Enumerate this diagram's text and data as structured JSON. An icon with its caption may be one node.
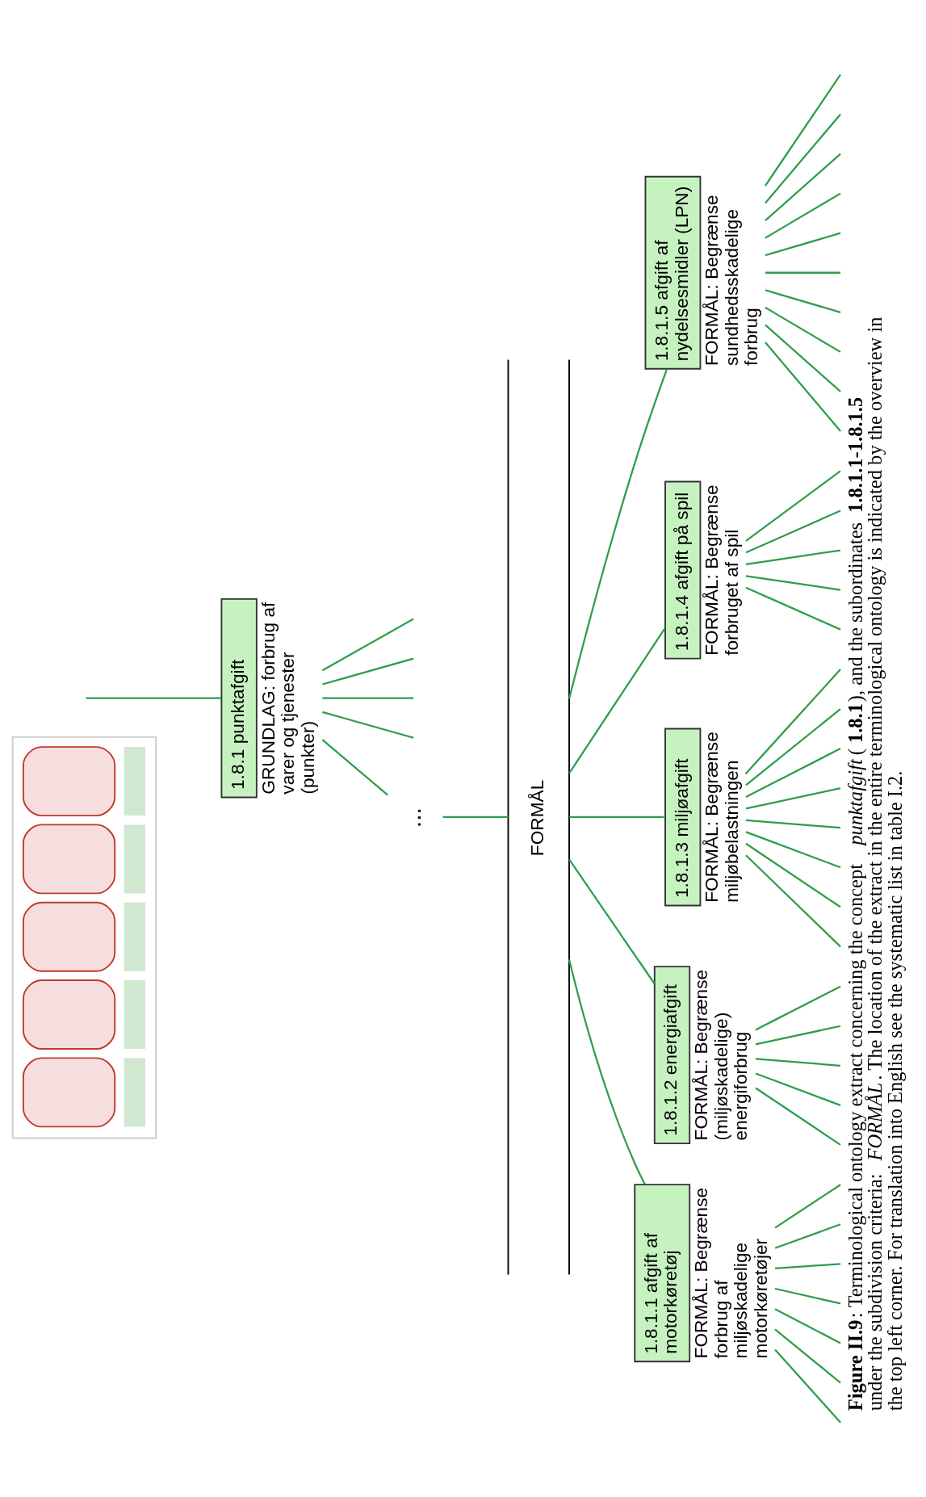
{
  "diagram": {
    "caption": "**Figure II.9**: Terminological ontology extract concerning the concept *punktafgift* (**1.8.1**), and the subordinates **1.8.1.1-1.8.1.5** under the subdivision criteria: *FORMÅL*. The location of the extract in the entire terminological ontology is indicated by the overview in the top left corner. For translation into English see the systematic list in table I.2.",
    "nodes": [
      {
        "text": [],
        "shape": "picture"
      },
      {
        "text": [
          "1.8.1 punktafgift",
          "GRUNDLAG: forbrug af varer og tjenester (punkter)"
        ]
      },
      {
        "text": [
          "..."
        ]
      },
      {
        "text": [
          "FORMÅL"
        ]
      },
      {
        "text": [
          "1.8.1.1 afgift af motorkøretøj",
          "FORMÅL: Begrænse forbrug af miljøskadelige motorkøretøjer"
        ]
      },
      {
        "text": [
          "1.8.1.2 energiafgift",
          "FORMÅL: Begrænse (miljøskadelige) energiforbrug"
        ]
      },
      {
        "text": [
          "1.8.1.3 miljøafgift",
          "FORMÅL: Begrænse miljøbelastningen"
        ]
      },
      {
        "text": [
          "1.8.1.4 afgift på spil",
          "FORMÅL: Begrænse forbruget af spil"
        ]
      },
      {
        "text": [
          "1.8.1.5 afgift af nydelsesmidler (LPN)",
          "FORMÅL: Begrænse sundhedsskadelige forbrug"
        ]
      }
    ],
    "edges": [
      {
        "from": null,
        "to": 1,
        "arrow": "none"
      },
      {
        "from": 1,
        "to": 2,
        "arrow": "none"
      },
      {
        "from": 1,
        "to": null,
        "arrow": "none"
      },
      {
        "from": 1,
        "to": null,
        "arrow": "none"
      },
      {
        "from": 1,
        "to": null,
        "arrow": "none"
      },
      {
        "from": 1,
        "to": null,
        "arrow": "none"
      },
      {
        "from": 2,
        "to": 3,
        "arrow": "none"
      },
      {
        "from": 3,
        "to": 4,
        "arrow": "none"
      },
      {
        "from": 3,
        "to": 5,
        "arrow": "none"
      },
      {
        "from": 3,
        "to": 6,
        "arrow": "none"
      },
      {
        "from": 3,
        "to": 7,
        "arrow": "none"
      },
      {
        "from": 3,
        "to": 8,
        "arrow": "none"
      },
      {
        "from": 4,
        "to": null,
        "arrow": "none"
      },
      {
        "from": 4,
        "to": null,
        "arrow": "none"
      },
      {
        "from": 4,
        "to": null,
        "arrow": "none"
      },
      {
        "from": 4,
        "to": null,
        "arrow": "none"
      },
      {
        "from": 4,
        "to": null,
        "arrow": "none"
      },
      {
        "from": 4,
        "to": null,
        "arrow": "none"
      },
      {
        "from": 4,
        "to": null,
        "arrow": "none"
      },
      {
        "from": 5,
        "to": null,
        "arrow": "none"
      },
      {
        "from": 5,
        "to": null,
        "arrow": "none"
      },
      {
        "from": 5,
        "to": null,
        "arrow": "none"
      },
      {
        "from": 5,
        "to": null,
        "arrow": "none"
      },
      {
        "from": 5,
        "to": null,
        "arrow": "none"
      },
      {
        "from": 6,
        "to": null,
        "arrow": "none"
      },
      {
        "from": 6,
        "to": null,
        "arrow": "none"
      },
      {
        "from": 6,
        "to": null,
        "arrow": "none"
      },
      {
        "from": 6,
        "to": null,
        "arrow": "none"
      },
      {
        "from": 6,
        "to": null,
        "arrow": "none"
      },
      {
        "from": 6,
        "to": null,
        "arrow": "none"
      },
      {
        "from": 6,
        "to": null,
        "arrow": "none"
      },
      {
        "from": 6,
        "to": null,
        "arrow": "none"
      },
      {
        "from": 7,
        "to": null,
        "arrow": "none"
      },
      {
        "from": 7,
        "to": null,
        "arrow": "none"
      },
      {
        "from": 7,
        "to": null,
        "arrow": "none"
      },
      {
        "from": 7,
        "to": null,
        "arrow": "none"
      },
      {
        "from": 7,
        "to": null,
        "arrow": "none"
      },
      {
        "from": 8,
        "to": null,
        "arrow": "none"
      },
      {
        "from": 8,
        "to": null,
        "arrow": "none"
      },
      {
        "from": 8,
        "to": null,
        "arrow": "none"
      },
      {
        "from": 8,
        "to": null,
        "arrow": "none"
      },
      {
        "from": 8,
        "to": null,
        "arrow": "none"
      },
      {
        "from": 8,
        "to": null,
        "arrow": "none"
      },
      {
        "from": 8,
        "to": null,
        "arrow": "none"
      },
      {
        "from": 8,
        "to": null,
        "arrow": "none"
      },
      {
        "from": 8,
        "to": null,
        "arrow": "none"
      },
      {
        "from": 8,
        "to": null,
        "arrow": "none"
      }
    ]
  }
}
